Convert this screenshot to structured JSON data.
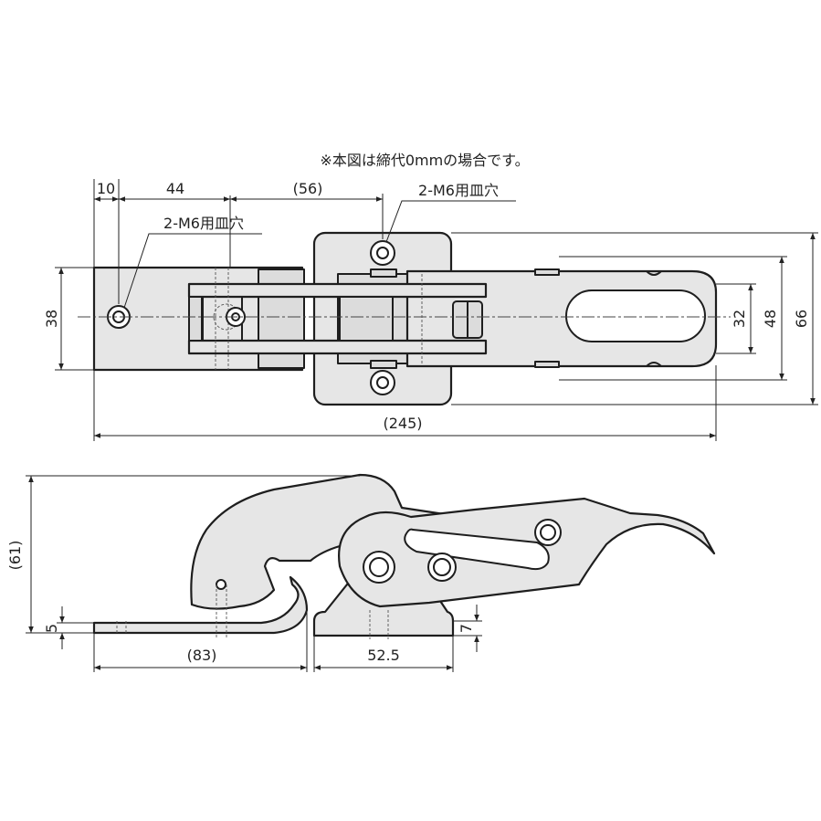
{
  "note": "※本図は締代0mmの場合です。",
  "top_view": {
    "hole_label_left": "2-M6用皿穴",
    "hole_label_right": "2-M6用皿穴",
    "dims": {
      "d10": "10",
      "d44": "44",
      "d56": "(56)",
      "d38": "38",
      "d32": "32",
      "d48": "48",
      "d66": "66",
      "d245": "(245)"
    }
  },
  "side_view": {
    "dims": {
      "d61": "(61)",
      "d5": "5",
      "d83": "(83)",
      "d52_5": "52.5",
      "d7": "7"
    }
  },
  "colors": {
    "part_fill": "#e6e6e6",
    "line": "#1e1e1e"
  }
}
